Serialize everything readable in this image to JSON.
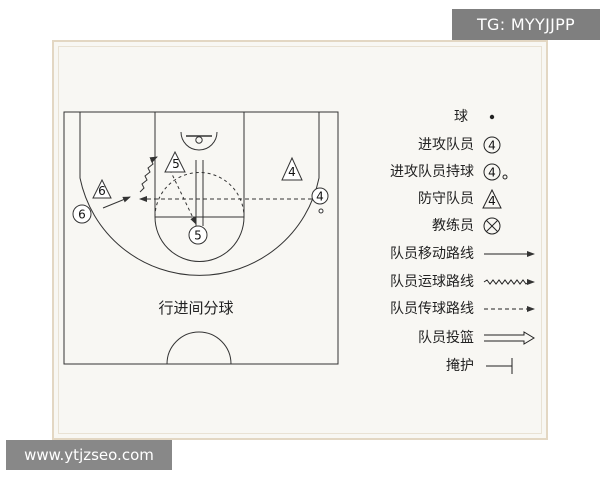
{
  "badges": {
    "top_right": "TG: MYYJJPP",
    "bottom_left": "www.ytjzseo.com"
  },
  "court": {
    "title": "行进间分球",
    "players": {
      "p6_outer": "6",
      "p6_inner": "6",
      "p5_top": "5",
      "p4_triangle": "4",
      "p4_circle": "4",
      "p5_bottom": "5"
    }
  },
  "legend": {
    "items": [
      {
        "label": "球",
        "symbol": "ball-dot"
      },
      {
        "label": "进攻队员",
        "symbol": "circled-4"
      },
      {
        "label": "进攻队员持球",
        "symbol": "circled-4-with-ball"
      },
      {
        "label": "防守队员",
        "symbol": "triangle-4"
      },
      {
        "label": "教练员",
        "symbol": "circled-cross"
      },
      {
        "label": "队员移动路线",
        "symbol": "solid-arrow"
      },
      {
        "label": "队员运球路线",
        "symbol": "wavy-arrow"
      },
      {
        "label": "队员传球路线",
        "symbol": "dashed-arrow"
      },
      {
        "label": "队员投篮",
        "symbol": "double-arrow"
      },
      {
        "label": "掩护",
        "symbol": "screen-line"
      }
    ],
    "circled_number": "4",
    "triangle_number": "4"
  },
  "colors": {
    "frame_border": "#e3d7c3",
    "background": "#f8f7f3",
    "line": "#333333"
  }
}
